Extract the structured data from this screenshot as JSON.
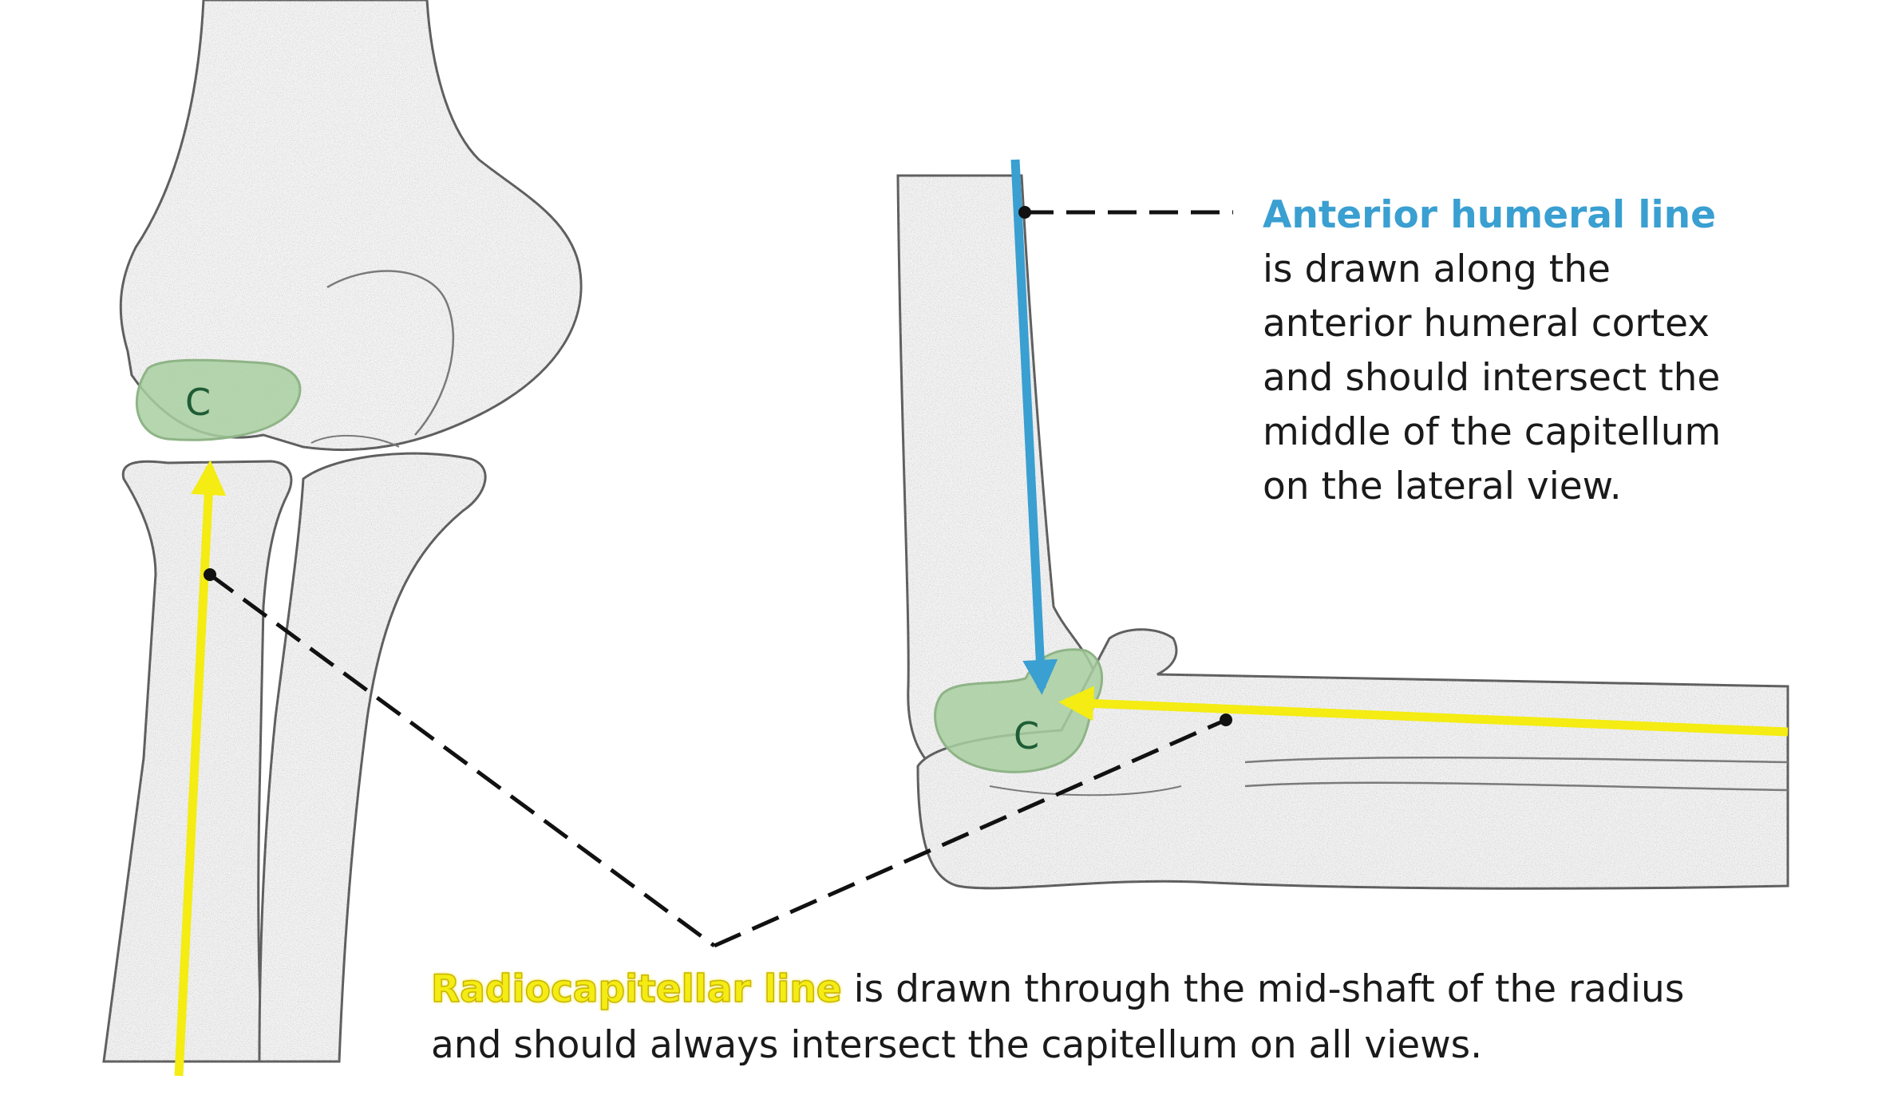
{
  "anterior_humeral_line": {
    "title": "Anterior humeral line",
    "lines": [
      "is drawn along the",
      "anterior humeral cortex",
      "and should intersect the",
      "middle of the capitellum",
      "on the lateral view."
    ],
    "color": "#3a9fd1"
  },
  "radiocapitellar_line": {
    "title": "Radiocapitellar line",
    "line1_rest": " is drawn through the mid-shaft of the radius",
    "line2": "and should always intersect the capitellum on all views.",
    "color": "#f4ec13"
  },
  "capitellum_labels": {
    "ap_view": "C",
    "lateral_view": "C",
    "fill_color": "#a8cfa0"
  },
  "colors": {
    "pointer_line": "#111111",
    "bone_outline": "#6a6a6a"
  }
}
